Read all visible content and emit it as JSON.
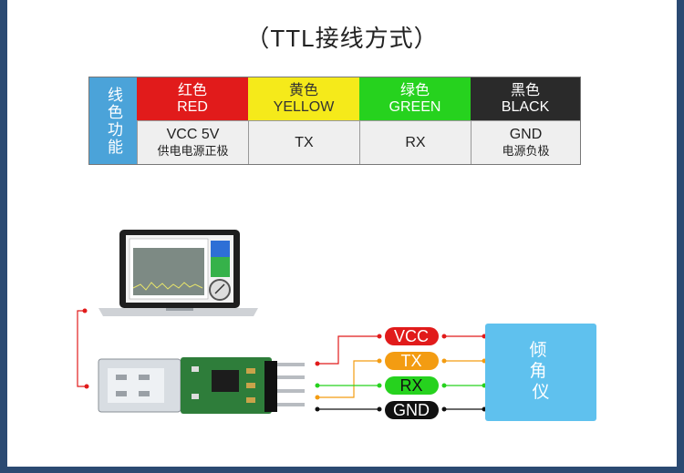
{
  "title": "（TTL接线方式）",
  "table": {
    "header": "线色功能",
    "columns": [
      {
        "color_name": "红色",
        "color_en": "RED",
        "bg": "#e11b1b",
        "fg": "#ffffff",
        "func_main": "VCC 5V",
        "func_sub": "供电电源正极"
      },
      {
        "color_name": "黄色",
        "color_en": "YELLOW",
        "bg": "#f5ea1a",
        "fg": "#333333",
        "func_main": "TX",
        "func_sub": ""
      },
      {
        "color_name": "绿色",
        "color_en": "GREEN",
        "bg": "#26d21e",
        "fg": "#ffffff",
        "func_main": "RX",
        "func_sub": ""
      },
      {
        "color_name": "黑色",
        "color_en": "BLACK",
        "bg": "#2a2a2a",
        "fg": "#ffffff",
        "func_main": "GND",
        "func_sub": "电源负极"
      }
    ]
  },
  "pins": [
    {
      "label": "VCC",
      "color": "#e11b1b"
    },
    {
      "label": "TX",
      "color": "#f39c12"
    },
    {
      "label": "RX",
      "color": "#26d21e"
    },
    {
      "label": "GND",
      "color": "#111111"
    }
  ],
  "device": {
    "label": "倾角仪",
    "bg": "#5fc1ee"
  }
}
